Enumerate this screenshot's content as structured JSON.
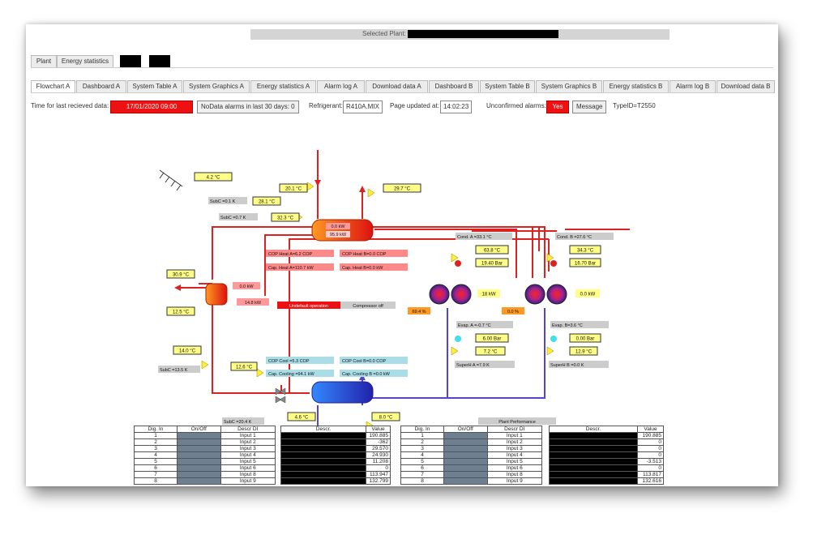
{
  "header": {
    "selected_plant_label": "Selected Plant:"
  },
  "top_tabs": [
    "Plant",
    "Energy statistics"
  ],
  "sub_tabs": [
    "Flowchart A",
    "Dashboard A",
    "System Table A",
    "System Graphics A",
    "Energy statistics A",
    "Alarm log A",
    "Download data A",
    "Dashboard B",
    "System Table B",
    "System Graphics B",
    "Energy statistics B",
    "Alarm log B",
    "Download data B"
  ],
  "toolbar": {
    "time_label": "Time for last recieved data:",
    "time_value": "17/01/2020  09:00",
    "nodata": "NoData alarms in last 30 days: 0",
    "refrigerant_label": "Refrigerant:",
    "refrigerant_value": "R410A.MIX",
    "page_updated_label": "Page updated at:",
    "page_updated_value": "14:02:23",
    "unconfirmed_label": "Unconfirmed alarms:",
    "unconfirmed_value": "Yes",
    "message_button": "Message",
    "typeid": "TypeID=T2550"
  },
  "diagram": {
    "outdoor_temp": "4.2 °C",
    "subc1": "SubC =0.1 K",
    "subc2": "SubC =0.7 K",
    "t_in_top": "20.1 °C",
    "t_281": "28.1 °C",
    "t_323": "32.3 °C",
    "t_out_top": "29.7 °C",
    "cond_kw": "0.0 kW",
    "cond_kw2": "95.9 kW",
    "cop_heat_a": "COP Heat A=6.2 COP",
    "cop_heat_b": "COP Heat B=0.0 COP",
    "cap_heat_a": "Cap. Heat A=110.7 kW",
    "cap_heat_b": "Cap. Heat B=0.0 kW",
    "t_309": "30.9 °C",
    "t_125": "12.5 °C",
    "hx_kw1": "0.0 kW",
    "hx_kw2": "14.8 kW",
    "alarm_text": "Undefault operation",
    "compressor_off": "Compressor off",
    "cond_a": "Cond. A =33.1 °C",
    "cond_b": "Cond. B =27.6 °C",
    "t_a_63": "63.8 °C",
    "p_a_19": "19.40 Bar",
    "t_b_34": "34.3 °C",
    "p_b_16": "16.70 Bar",
    "comp_a_kw": "18 kW",
    "comp_b_kw": "0.0 kW",
    "pct_a": "69.4 %",
    "pct_b": "0.0 %",
    "evap_a": "Evap. A =-0.7 °C",
    "evap_b": "Evap. B=3.6 °C",
    "p_a_6": "6.00 Bar",
    "t_a_72": "7.2 °C",
    "p_b_0": "0.00 Bar",
    "t_b_129": "12.9 °C",
    "superh_a": "SuperH A =7.9 K",
    "superh_b": "SuperH B =0.0 K",
    "t_140": "14.0 °C",
    "subc3": "SubC =13.5 K",
    "t_126": "12.6 °C",
    "cop_cool_a": "COP Cool =5.3 COP",
    "cop_cool_b": "COP Cool B=0.0 COP",
    "cap_cool_a": "Cap. Cooling =94.1 kW",
    "cap_cool_b": "Cap. Cooling B =0.0 kW",
    "t_46": "4.6 °C",
    "t_80": "8.0 °C",
    "subc4": "SubC =20.4 K",
    "plant_perf": "Plant Performance"
  },
  "table_a": {
    "headers": [
      "Dig. In",
      "On/Off",
      "Descr DI"
    ],
    "rows": [
      [
        "1",
        "Input 1"
      ],
      [
        "2",
        "Input 2"
      ],
      [
        "3",
        "Input 3"
      ],
      [
        "4",
        "Input 4"
      ],
      [
        "5",
        "Input 5"
      ],
      [
        "6",
        "Input 6"
      ],
      [
        "7",
        "Input 8"
      ],
      [
        "8",
        "Input 9"
      ]
    ]
  },
  "values_a": {
    "headers": [
      "Descr.",
      "Value"
    ],
    "values": [
      "190.885",
      "-362",
      "29.570",
      "24.930",
      "11.208",
      "0",
      "113.947",
      "132.799"
    ]
  },
  "table_b": {
    "headers": [
      "Dig. In",
      "On/Off",
      "Descr DI"
    ],
    "rows": [
      [
        "1",
        "Input 1"
      ],
      [
        "2",
        "Input 2"
      ],
      [
        "3",
        "Input 3"
      ],
      [
        "4",
        "Input 4"
      ],
      [
        "5",
        "Input 5"
      ],
      [
        "6",
        "Input 6"
      ],
      [
        "7",
        "Input 8"
      ],
      [
        "8",
        "Input 9"
      ]
    ]
  },
  "values_b": {
    "headers": [
      "Descr.",
      "Value"
    ],
    "values": [
      "190.885",
      "0",
      "0",
      "0",
      "-3.513",
      "0",
      "113.817",
      "132.616"
    ]
  },
  "colors": {
    "alarm_red": "#ee1111",
    "label_yellow": "#ffff88",
    "hot_pipe": "#dd2222",
    "cold_pipe": "#5544cc"
  }
}
